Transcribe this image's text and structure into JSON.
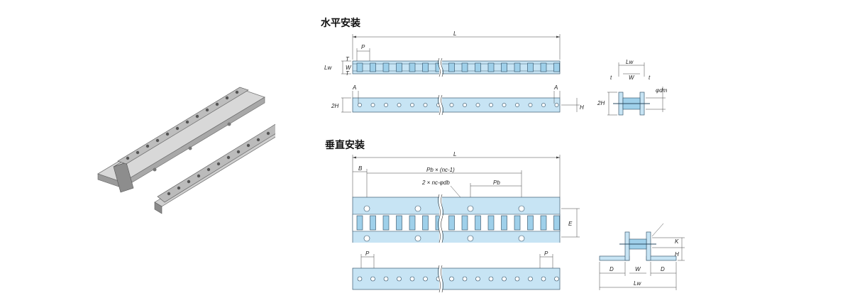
{
  "sections": {
    "horizontal": {
      "title": "水平安装"
    },
    "vertical": {
      "title": "垂直安装"
    }
  },
  "labels": {
    "L": "L",
    "P": "P",
    "T": "T",
    "W": "W",
    "Lw": "Lw",
    "A": "A",
    "H": "H",
    "twoH": "2H",
    "t": "t",
    "phi_dm": "φdm",
    "B": "B",
    "Pb_nc": "Pb × (nc-1)",
    "nc_phi_db": "2 × nc-φdb",
    "Pb": "Pb",
    "E": "E",
    "K": "K",
    "D": "D"
  },
  "colors": {
    "plate": "#c7e4f4",
    "plate_stroke": "#3c5a70",
    "rail_metal": "#b9b9b9"
  }
}
